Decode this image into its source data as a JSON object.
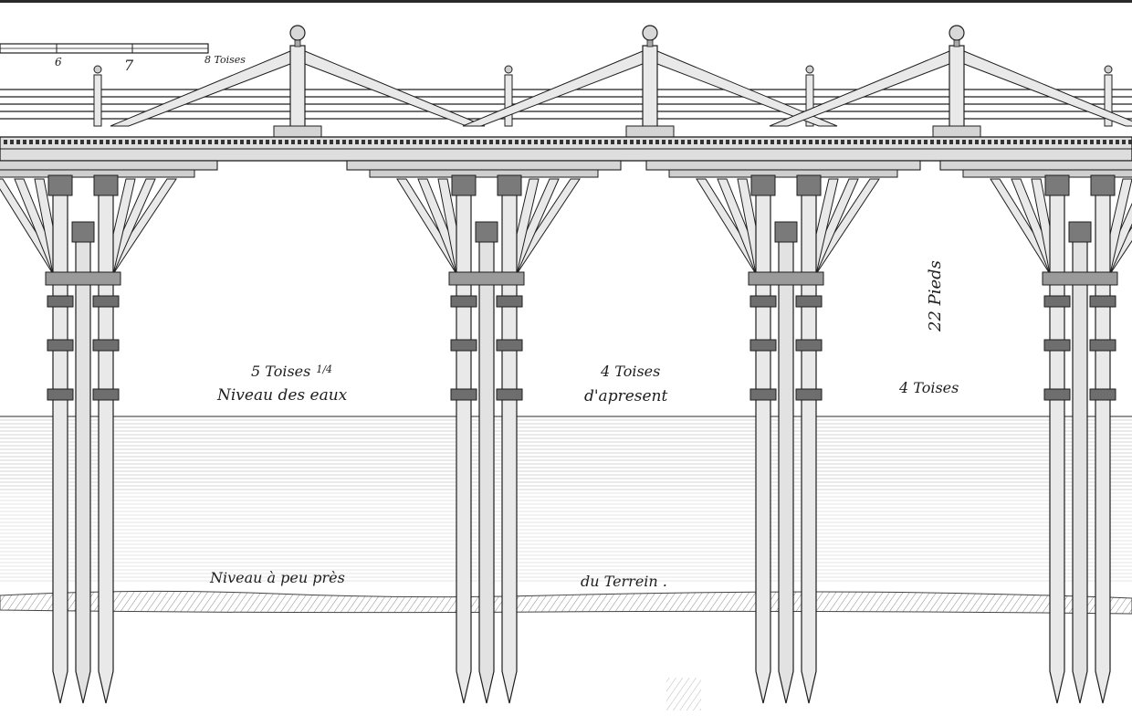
{
  "scale_bar": {
    "tick_6": "6",
    "tick_7": "7",
    "unit_label": "8 Toises"
  },
  "spans": {
    "span_1": {
      "width_value": "5 Toises",
      "width_fraction": "1/4"
    },
    "span_2": {
      "width_value": "4 Toises"
    },
    "span_3": {
      "width_value": "4 Toises"
    }
  },
  "labels": {
    "water_level_1": "Niveau des eaux",
    "water_level_2": "d'apresent",
    "ground_level_1": "Niveau à peu près",
    "ground_level_2": "du Terrein .",
    "height": "22 Pieds"
  },
  "colors": {
    "ink": "#1e1e1e",
    "wood_fill": "#e9e9e9",
    "block_fill": "#7a7a7a",
    "water_line": "#9a9a9a"
  },
  "piers": [
    {
      "name": "pier-1"
    },
    {
      "name": "pier-2"
    },
    {
      "name": "pier-3"
    },
    {
      "name": "pier-4"
    }
  ]
}
